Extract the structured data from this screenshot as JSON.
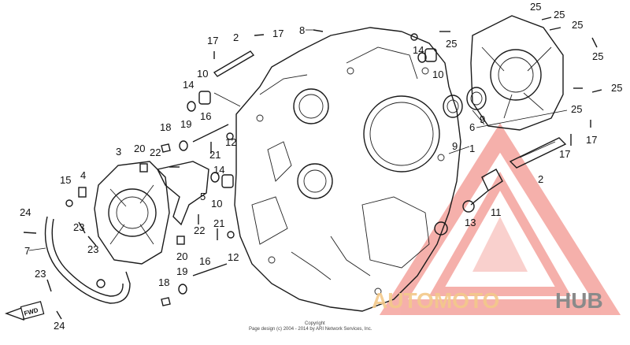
{
  "diagram": {
    "callouts": [
      {
        "id": "c1",
        "text": "1"
      },
      {
        "id": "c2a",
        "text": "2"
      },
      {
        "id": "c2b",
        "text": "2"
      },
      {
        "id": "c3",
        "text": "3"
      },
      {
        "id": "c4",
        "text": "4"
      },
      {
        "id": "c5",
        "text": "5"
      },
      {
        "id": "c6",
        "text": "6"
      },
      {
        "id": "c7",
        "text": "7"
      },
      {
        "id": "c8",
        "text": "8"
      },
      {
        "id": "c9a",
        "text": "9"
      },
      {
        "id": "c9b",
        "text": "9"
      },
      {
        "id": "c10a",
        "text": "10"
      },
      {
        "id": "c10b",
        "text": "10"
      },
      {
        "id": "c10c",
        "text": "10"
      },
      {
        "id": "c11",
        "text": "11"
      },
      {
        "id": "c12a",
        "text": "12"
      },
      {
        "id": "c12b",
        "text": "12"
      },
      {
        "id": "c13",
        "text": "13"
      },
      {
        "id": "c14a",
        "text": "14"
      },
      {
        "id": "c14b",
        "text": "14"
      },
      {
        "id": "c14c",
        "text": "14"
      },
      {
        "id": "c15",
        "text": "15"
      },
      {
        "id": "c16a",
        "text": "16"
      },
      {
        "id": "c16b",
        "text": "16"
      },
      {
        "id": "c17a",
        "text": "17"
      },
      {
        "id": "c17b",
        "text": "17"
      },
      {
        "id": "c17c",
        "text": "17"
      },
      {
        "id": "c17d",
        "text": "17"
      },
      {
        "id": "c18a",
        "text": "18"
      },
      {
        "id": "c18b",
        "text": "18"
      },
      {
        "id": "c19a",
        "text": "19"
      },
      {
        "id": "c19b",
        "text": "19"
      },
      {
        "id": "c20a",
        "text": "20"
      },
      {
        "id": "c20b",
        "text": "20"
      },
      {
        "id": "c21a",
        "text": "21"
      },
      {
        "id": "c21b",
        "text": "21"
      },
      {
        "id": "c22a",
        "text": "22"
      },
      {
        "id": "c22b",
        "text": "22"
      },
      {
        "id": "c23a",
        "text": "23"
      },
      {
        "id": "c23b",
        "text": "23"
      },
      {
        "id": "c23c",
        "text": "23"
      },
      {
        "id": "c24a",
        "text": "24"
      },
      {
        "id": "c24b",
        "text": "24"
      },
      {
        "id": "c25a",
        "text": "25"
      },
      {
        "id": "c25b",
        "text": "25"
      },
      {
        "id": "c25c",
        "text": "25"
      },
      {
        "id": "c25d",
        "text": "25"
      },
      {
        "id": "c25e",
        "text": "25"
      },
      {
        "id": "c25f",
        "text": "25"
      },
      {
        "id": "c25g",
        "text": "25"
      }
    ],
    "fwd_label": "FWD",
    "copyright_line1": "Copyright",
    "copyright_line2": "Page design (c) 2004 - 2014 by ARI Network Services, Inc."
  },
  "watermark": {
    "brand_part1": "AUTOMOTO",
    "brand_part2": "HUB",
    "color_primary": "#f5a09a",
    "color_accent": "#f3c98a",
    "color_dark": "#8a8a8a"
  }
}
